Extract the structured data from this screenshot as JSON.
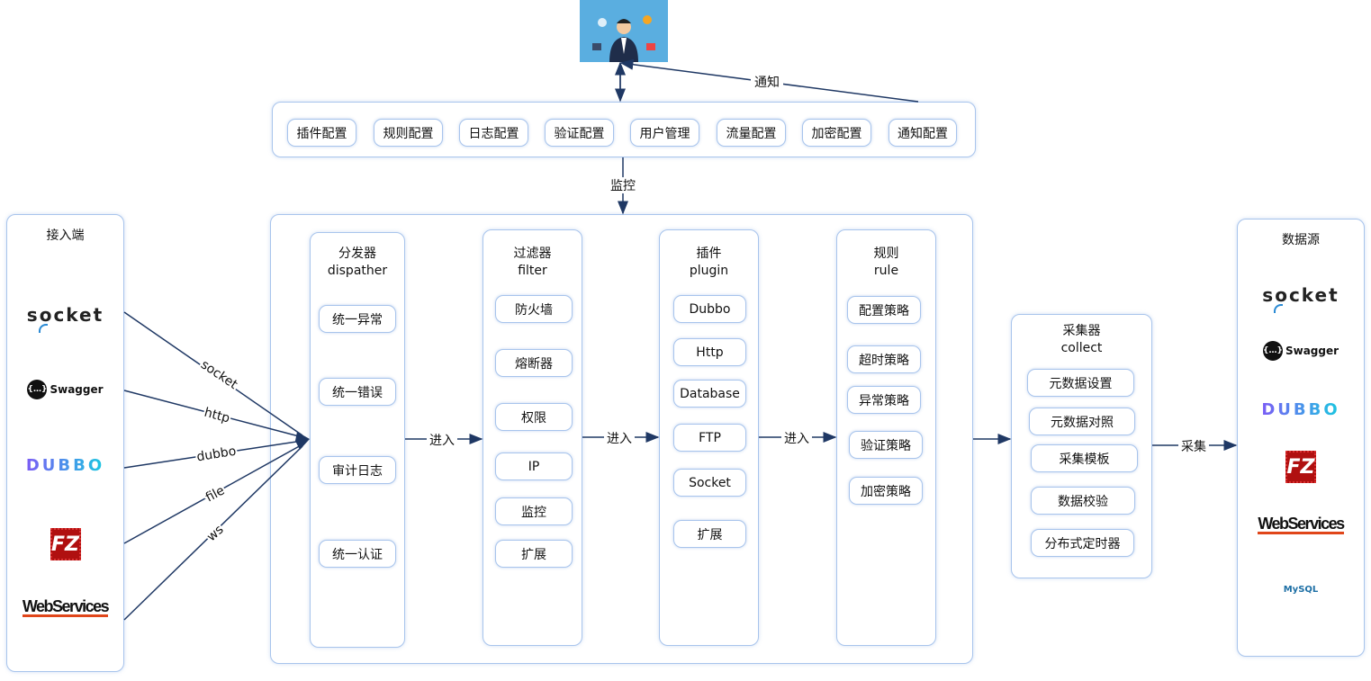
{
  "top_icon": "business-person-illustration",
  "config_panel": {
    "items": [
      "插件配置",
      "规则配置",
      "日志配置",
      "验证配置",
      "用户管理",
      "流量配置",
      "加密配置",
      "通知配置"
    ]
  },
  "edges": {
    "notify": "通知",
    "monitor": "监控",
    "enter": "进入",
    "collect": "采集",
    "inputs": [
      "socket",
      "http",
      "dubbo",
      "file",
      "ws"
    ]
  },
  "access": {
    "title": "接入端",
    "logos": [
      "socket",
      "Swagger",
      "DUBBO",
      "FZ",
      "WebServices"
    ]
  },
  "dispatcher": {
    "title": "分发器",
    "subtitle": "dispather",
    "items": [
      "统一异常",
      "统一错误",
      "审计日志",
      "统一认证"
    ]
  },
  "filter": {
    "title": "过滤器",
    "subtitle": "filter",
    "items": [
      "防火墙",
      "熔断器",
      "权限",
      "IP",
      "监控",
      "扩展"
    ]
  },
  "plugin": {
    "title": "插件",
    "subtitle": "plugin",
    "items": [
      "Dubbo",
      "Http",
      "Database",
      "FTP",
      "Socket",
      "扩展"
    ]
  },
  "rule": {
    "title": "规则",
    "subtitle": "rule",
    "items": [
      "配置策略",
      "超时策略",
      "异常策略",
      "验证策略",
      "加密策略"
    ]
  },
  "collector": {
    "title": "采集器",
    "subtitle": "collect",
    "items": [
      "元数据设置",
      "元数据对照",
      "采集模板",
      "数据校验",
      "分布式定时器"
    ]
  },
  "datasource": {
    "title": "数据源",
    "logos": [
      "socket",
      "Swagger",
      "DUBBO",
      "FZ",
      "WebServices",
      "MySQL"
    ]
  },
  "colors": {
    "line": "#1f3864",
    "border": "#a8c4ec"
  }
}
